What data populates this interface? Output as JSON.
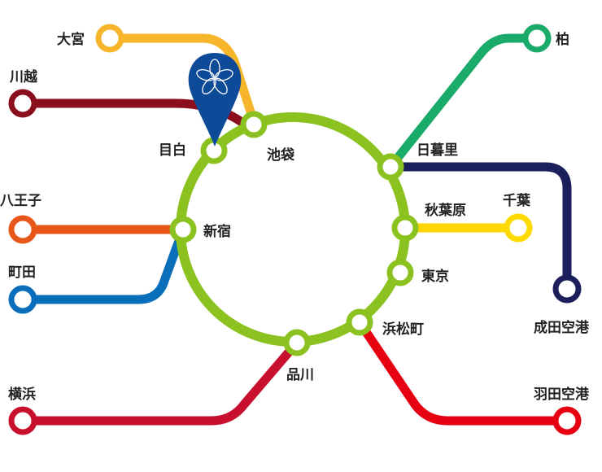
{
  "colors": {
    "loop": "#8cc21f",
    "omiya": "#f7b52c",
    "kawagoe": "#8b0e1e",
    "hachioji": "#e8571a",
    "machida": "#0a6fba",
    "yokohama": "#c8102e",
    "haneda": "#e60012",
    "kashiwa": "#1aaa6a",
    "narita": "#1b1f5c",
    "chiba": "#ffd800",
    "pin": "#0d4a97"
  },
  "loop_stations": {
    "mejiro": "目白",
    "ikebukuro": "池袋",
    "nippori": "日暮里",
    "akihabara": "秋葉原",
    "tokyo": "東京",
    "hamamatsucho": "浜松町",
    "shinagawa": "品川",
    "shinjuku": "新宿"
  },
  "terminals": {
    "omiya": "大宮",
    "kawagoe": "川越",
    "hachioji": "八王子",
    "machida": "町田",
    "yokohama": "横浜",
    "haneda": "羽田空港",
    "kashiwa": "柏",
    "narita": "成田空港",
    "chiba": "千葉"
  },
  "marker": {
    "icon": "cherry-blossom-pin-icon",
    "station": "目白"
  }
}
